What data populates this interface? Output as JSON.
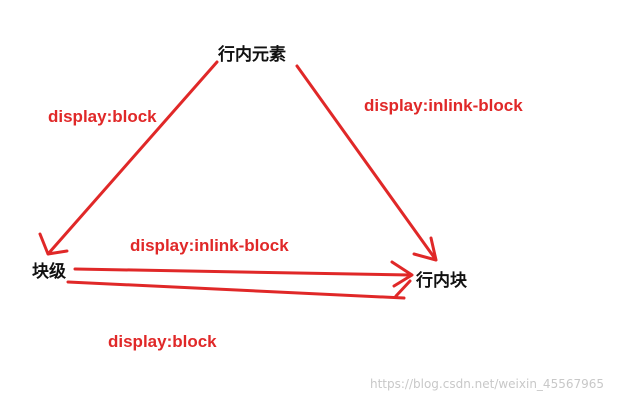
{
  "nodes": {
    "inline": "行内元素",
    "block": "块级",
    "inline_block": "行内块"
  },
  "edges": {
    "inline_to_block": "display:block",
    "inline_to_inline_block": "display:inlink-block",
    "block_to_inline_block": "display:inlink-block",
    "inline_block_to_block": "display:block"
  },
  "watermark": "https://blog.csdn.net/weixin_45567965",
  "colors": {
    "arrow": "#e02828",
    "label": "#e02828",
    "node_text": "#111111"
  }
}
